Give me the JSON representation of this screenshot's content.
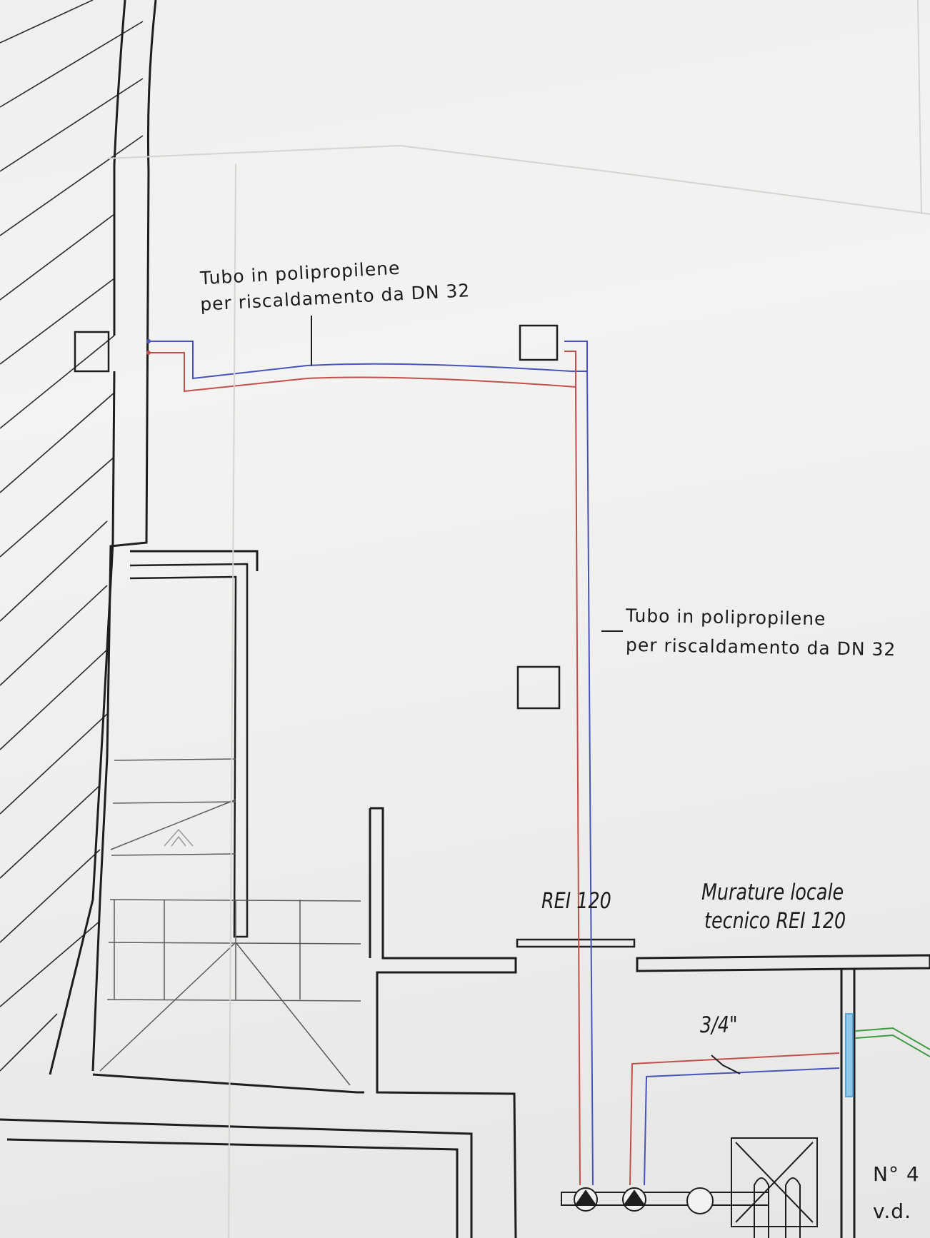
{
  "labels": {
    "pipe_top_line1": "Tubo in polipropilene",
    "pipe_top_line2": "per riscaldamento da DN 32",
    "pipe_right_line1": "Tubo in polipropilene",
    "pipe_right_line2": "per riscaldamento da DN 32",
    "rei_door": "REI 120",
    "wall_note_line1": "Murature locale",
    "wall_note_line2": "tecnico REI 120",
    "pipe_size": "3/4\"",
    "count": "N° 4",
    "vd": "v.d."
  },
  "colors": {
    "paper": "#f1f1ef",
    "wall_ink": "#1e1e1e",
    "flow_pipe": "#c0504d",
    "return_pipe": "#4a54b8",
    "gas_pipe": "#3f9a46",
    "valve": "#58a8d6"
  }
}
